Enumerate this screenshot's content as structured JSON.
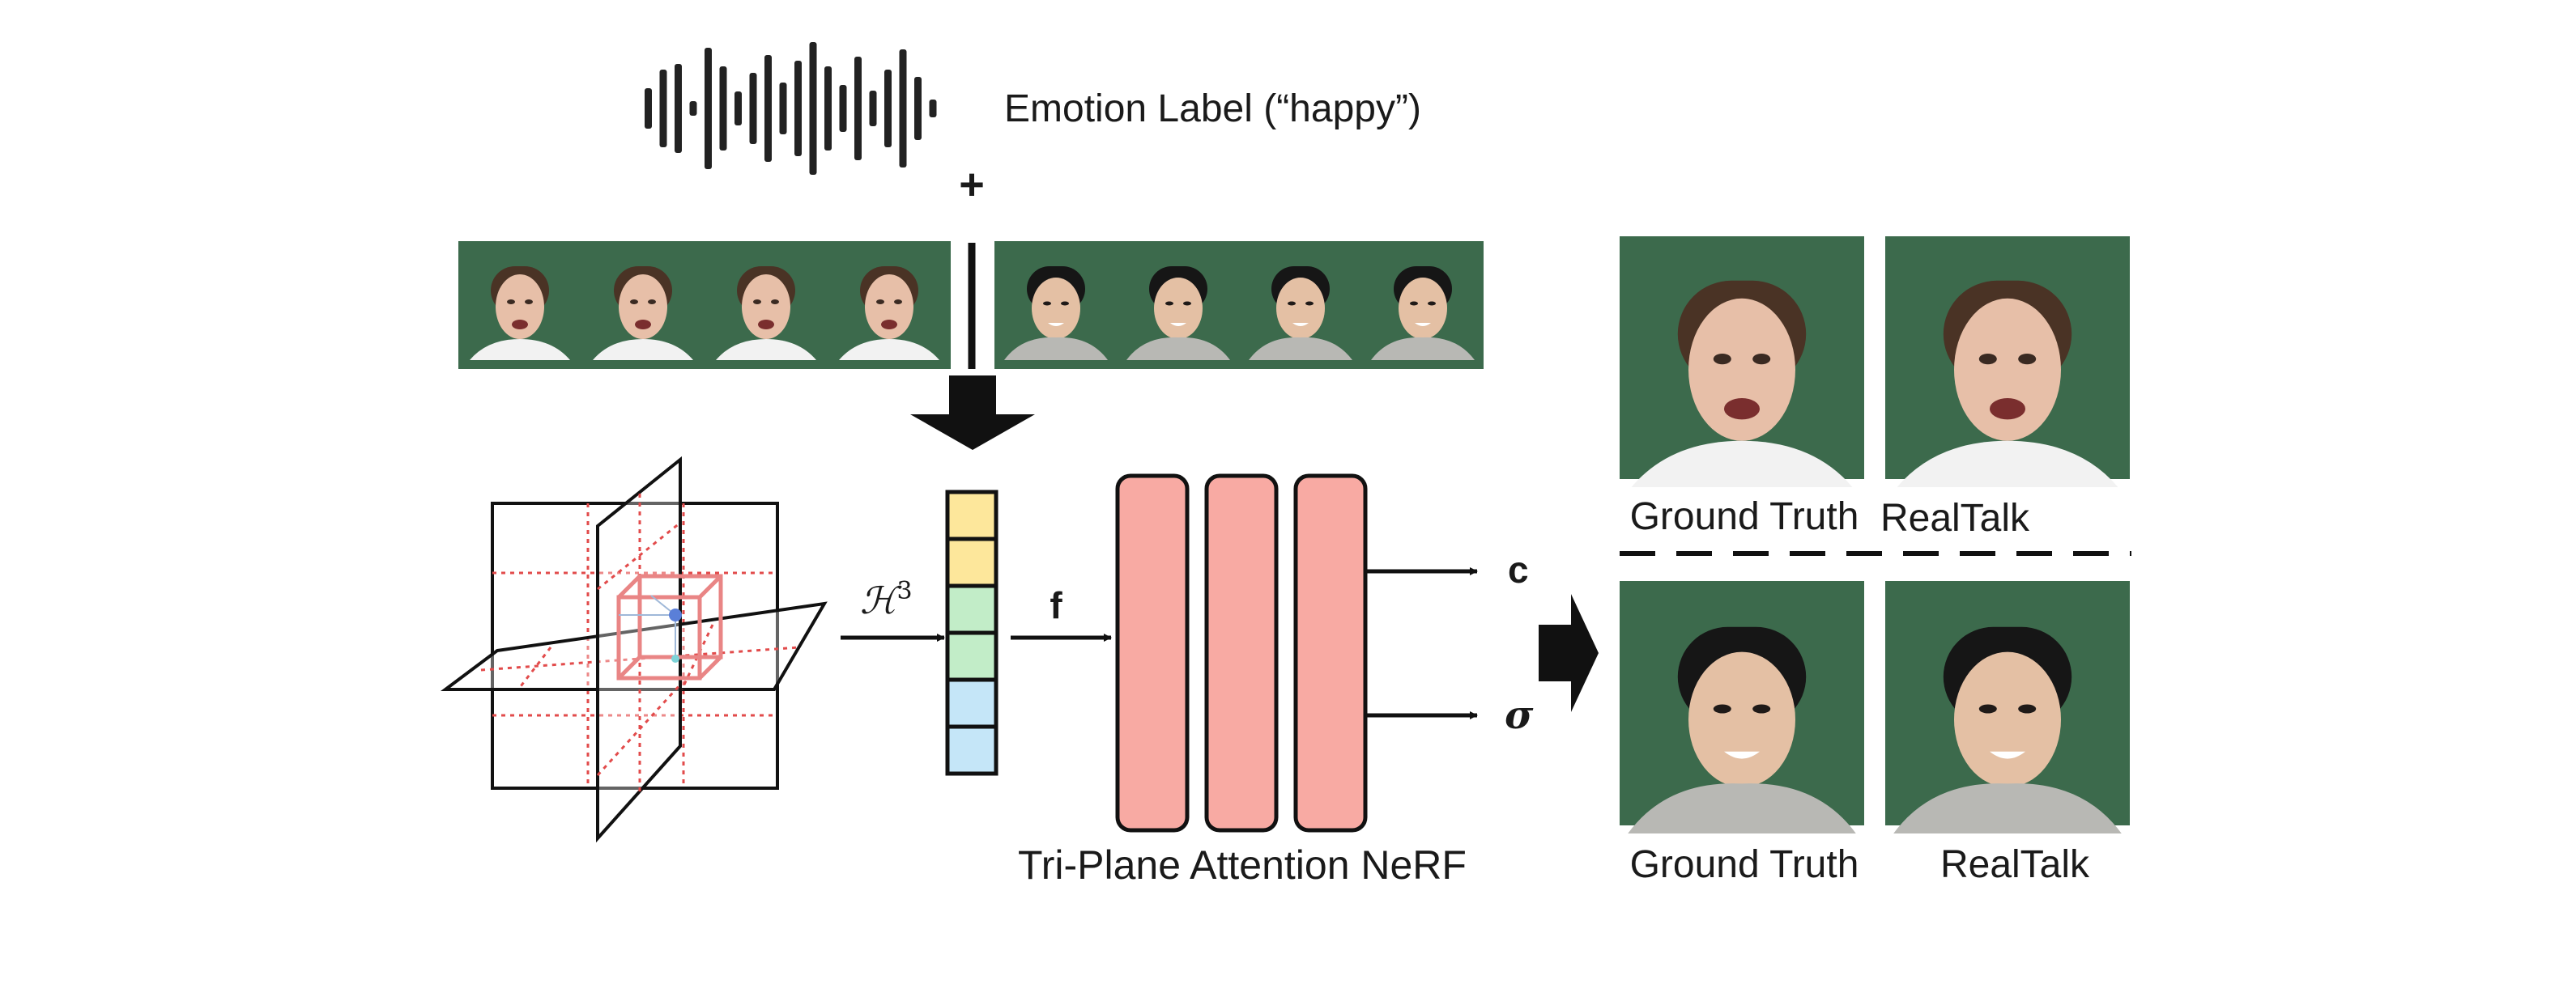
{
  "inputs": {
    "emotion_label": "Emotion Label (“happy”)",
    "plus_symbol": "+"
  },
  "encoder": {
    "hash_symbol": "ℋ",
    "hash_exponent": "3",
    "feature_symbol": "f"
  },
  "nerf": {
    "title": "Tri-Plane Attention NeRF",
    "output_color": "c",
    "output_density": "σ"
  },
  "results": {
    "top_left_caption": "Ground Truth",
    "top_right_caption": "RealTalk",
    "bottom_left_caption": "Ground Truth",
    "bottom_right_caption": "RealTalk"
  },
  "colors": {
    "photo_background": "#3c6a4c",
    "nerf_block": "#f8aaa3",
    "feature_yellow": "#fde79b",
    "feature_green": "#c2edc8",
    "feature_blue": "#c5e6f8",
    "cube_highlight": "#e98585"
  }
}
